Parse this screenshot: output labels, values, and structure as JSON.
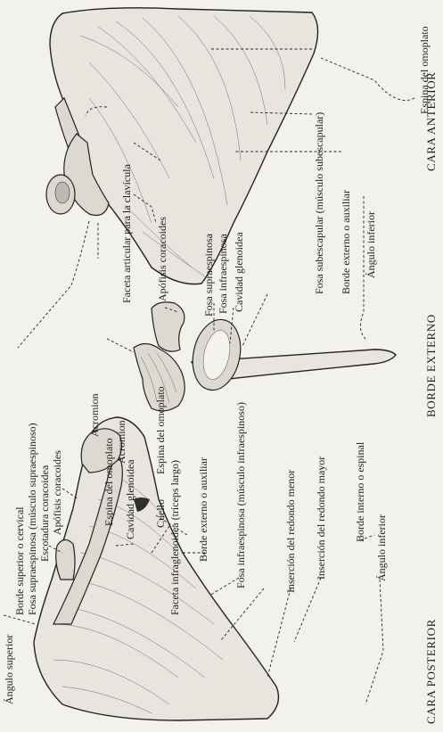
{
  "captions": {
    "anterior": "CARA ANTERIOR",
    "externo": "BORDE EXTERNO",
    "posterior": "CARA POSTERIOR"
  },
  "anterior": {
    "espina_del_omoplato": "Espina del omoplato",
    "fosa_subescapular": "Fosa subescapular (músculo subescapular)",
    "borde_externo_o_auxiliar": "Borde externo o auxiliar",
    "angulo_inferior": "Ángulo inferior",
    "faceta_articular_para_la_clavicula": "Faceta articular para la clavícula",
    "apofisis_coracoides": "Apófisis coracoides"
  },
  "externo": {
    "fosa_supraespinosa": "Fosa supraespinosa",
    "fosa_infraespinosa": "Fosa infraespinosa",
    "cavidad_glenoidea": "Cavidad glenoidea",
    "acromion": "Acromion",
    "espina_del_omoplato": "Espina del omoplato"
  },
  "posterior": {
    "borde_superior_o_cervical": "Borde superior o cervical",
    "fosa_supraespinosa": "Fosa supraespinosa (músculo supraespinoso)",
    "escotadura_coracoidea": "Escotadura coracoidea",
    "apofisis_coracoides": "Apófisis coracoides",
    "acromion": "Acromion",
    "espina_del_omoplato": "Espina del omoplato",
    "cavidad_glenoidea": "Cavidad glenoidea",
    "cuello": "Cuello",
    "faceta_infraglenoidea": "Faceta infraglenoidea (tríceps largo)",
    "borde_externo_o_auxiliar": "Borde externo o auxiliar",
    "fosa_infraespinosa": "Fosa infraespinosa (músculo infraespinoso)",
    "insercion_del_redondo_menor": "Inserción del redondo menor",
    "insercion_del_redondo_mayor": "Inserción del redondo mayor",
    "borde_interno_o_espinal": "Borde interno o espinal",
    "angulo_inferior": "Ángulo inferior",
    "angulo_superior": "Ángulo superior"
  }
}
